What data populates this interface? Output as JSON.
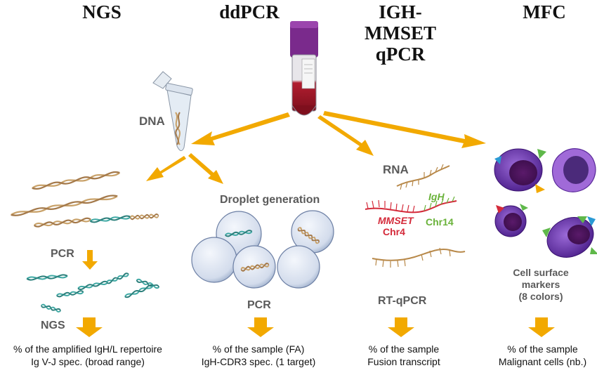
{
  "headers": {
    "ngs": "NGS",
    "ddpcr": "ddPCR",
    "igh_line1": "IGH-MMSET",
    "igh_line2": "qPCR",
    "mfc": "MFC"
  },
  "labels": {
    "dna": "DNA",
    "pcr_left": "PCR",
    "ngs_step": "NGS",
    "droplet_generation": "Droplet generation",
    "pcr_mid": "PCR",
    "rna": "RNA",
    "igh_gene": "IgH",
    "mmset_gene": "MMSET",
    "chr4": "Chr4",
    "chr14": "Chr14",
    "rt_qpcr": "RT-qPCR",
    "cell_surface_1": "Cell surface",
    "cell_surface_2": "markers",
    "cell_surface_3": "(8 colors)"
  },
  "captions": {
    "ngs_line1": "% of the amplified IgH/L repertoire",
    "ngs_line2": "Ig V-J spec. (broad range)",
    "ddpcr_line1": "% of the sample (FA)",
    "ddpcr_line2": "IgH-CDR3 spec. (1 target)",
    "qpcr_line1": "% of the sample",
    "qpcr_line2": "Fusion transcript",
    "mfc_line1": "% of the sample",
    "mfc_line2": "Malignant cells (nb.)"
  },
  "colors": {
    "arrow": "#f2a900",
    "dna_tan": "#c9a26a",
    "dna_teal": "#3fa9a4",
    "mmset_red": "#d42a3a",
    "igh_green": "#6ab23a",
    "blood_red": "#a51c2c",
    "cap_purple": "#7a2a8c",
    "cell_purple": "#7a3cc2",
    "droplet": "#b9c6dc"
  },
  "icons": [
    "blood-tube-icon",
    "microtube-icon",
    "droplet-icon",
    "cell-icon",
    "down-arrow-icon"
  ]
}
